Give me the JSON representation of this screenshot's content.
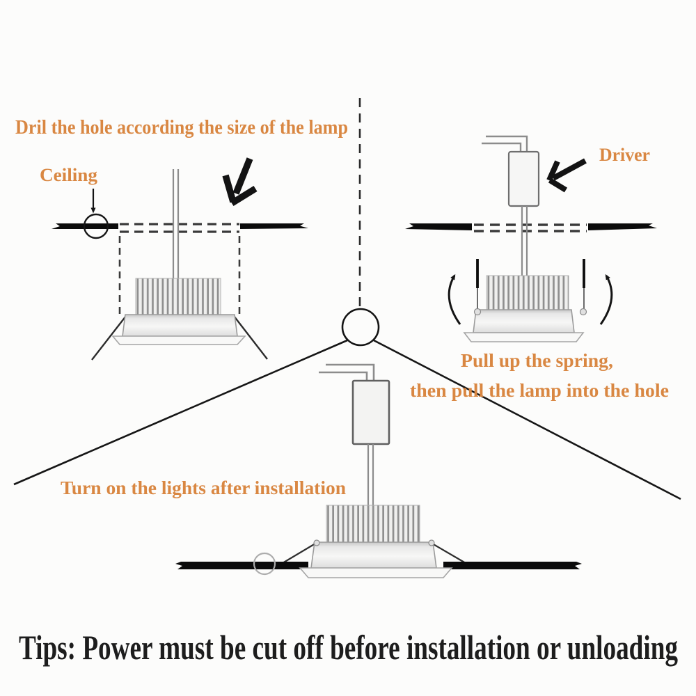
{
  "colors": {
    "background": "#fcfcfb",
    "accent_text": "#d98742",
    "tips_text": "#1d1d1d",
    "line_ink": "#141414",
    "metal_gray": "#8c8c8c"
  },
  "icons": [
    "down-left-arrow-icon",
    "down-arrow-icon",
    "rotate-left-arrow-icon",
    "rotate-right-arrow-icon"
  ],
  "step_drill": {
    "title": "Dril the hole according the size of the lamp",
    "ceiling_label": "Ceiling"
  },
  "step_spring": {
    "driver_label": "Driver",
    "caption_line1": "Pull up the spring,",
    "caption_line2": "then pull the lamp into the hole"
  },
  "step_finish": {
    "caption": "Turn on the lights after installation"
  },
  "footer": {
    "tips_text": "Tips: Power must be cut off before installation or unloading"
  }
}
